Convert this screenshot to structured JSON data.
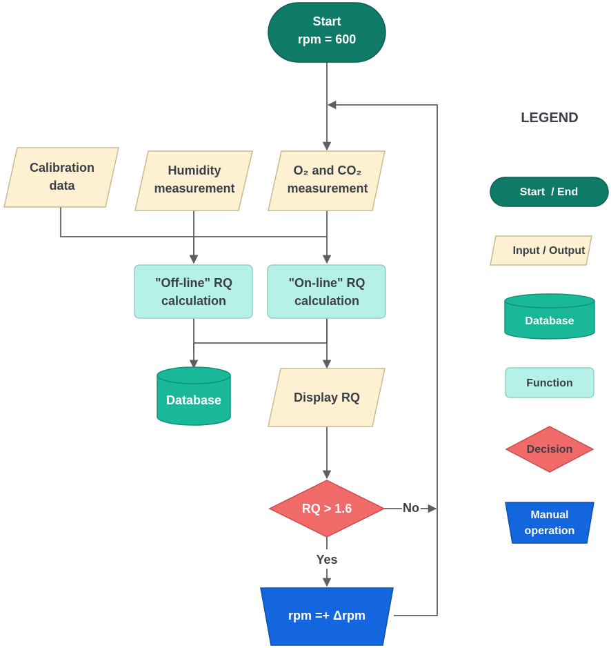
{
  "flowchart": {
    "start": {
      "line1": "Start",
      "line2": "rpm = 600"
    },
    "inputs": {
      "calibration": {
        "line1": "Calibration",
        "line2": "data"
      },
      "humidity": {
        "line1": "Humidity",
        "line2": "measurement"
      },
      "gas": {
        "line1": "O₂ and CO₂",
        "line2": "measurement"
      }
    },
    "functions": {
      "offline": {
        "line1": "\"Off-line\" RQ",
        "line2": "calculation"
      },
      "online": {
        "line1": "\"On-line\" RQ",
        "line2": "calculation"
      }
    },
    "database": "Database",
    "display": "Display RQ",
    "decision": "RQ > 1.6",
    "decision_no": "No",
    "decision_yes": "Yes",
    "manual": "rpm =+ Δrpm"
  },
  "legend": {
    "title": "LEGEND",
    "start_end": "Start  / End",
    "input_output": "Input / Output",
    "database": "Database",
    "function": "Function",
    "decision": "Decision",
    "manual_line1": "Manual",
    "manual_line2": "operation"
  },
  "colors": {
    "terminal": "#0f7a68",
    "io": "#fdf1d2",
    "database": "#19b899",
    "function": "#b6f1e8",
    "decision": "#f06a6a",
    "manual": "#1466de",
    "connector": "#5a5f66"
  }
}
